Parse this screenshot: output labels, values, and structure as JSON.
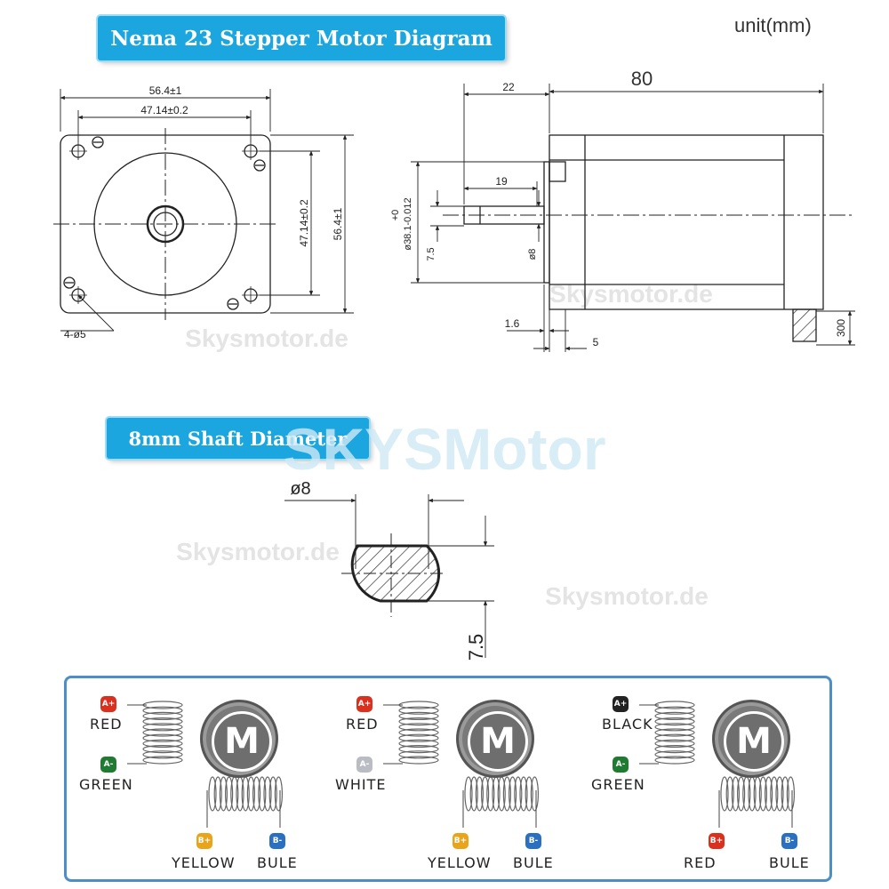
{
  "title": "Nema 23 Stepper Motor Diagram",
  "unit_label": "unit(mm)",
  "shaft_banner": "8mm Shaft Diameter",
  "watermarks": {
    "main": "SKYSMotor",
    "small": "Skysmotor.de"
  },
  "front_view": {
    "dim_outer_width": "56.4±1",
    "dim_hole_spacing_h": "47.14±0.2",
    "dim_hole_spacing_v": "47.14±0.2",
    "dim_outer_height": "56.4±1",
    "hole_callout": "4-ø5"
  },
  "side_view": {
    "dim_body_length": "80",
    "dim_shaft_length": "22",
    "dim_shaft_flat": "19",
    "dim_boss_diameter": "ø38.1-0.012",
    "dim_boss_tol": "+0",
    "dim_shaft_flat_depth": "7.5",
    "dim_shaft_diameter": "ø8",
    "dim_boss_height": "1.6",
    "dim_flange": "5",
    "dim_lead_length": "300"
  },
  "shaft_section": {
    "dim_diameter": "ø8",
    "dim_flat": "7.5"
  },
  "wiring": [
    {
      "a_plus": {
        "badge": "A+",
        "label": "RED",
        "color": "#d9301f"
      },
      "a_minus": {
        "badge": "A-",
        "label": "GREEN",
        "color": "#1f7a32"
      },
      "b_plus": {
        "badge": "B+",
        "label": "YELLOW",
        "color": "#e8a51c"
      },
      "b_minus": {
        "badge": "B-",
        "label": "BULE",
        "color": "#2a6fc0"
      },
      "motor": "M"
    },
    {
      "a_plus": {
        "badge": "A+",
        "label": "RED",
        "color": "#d9301f"
      },
      "a_minus": {
        "badge": "A-",
        "label": "WHITE",
        "color": "#b9bcc2"
      },
      "b_plus": {
        "badge": "B+",
        "label": "YELLOW",
        "color": "#e8a51c"
      },
      "b_minus": {
        "badge": "B-",
        "label": "BULE",
        "color": "#2a6fc0"
      },
      "motor": "M"
    },
    {
      "a_plus": {
        "badge": "A+",
        "label": "BLACK",
        "color": "#222222"
      },
      "a_minus": {
        "badge": "A-",
        "label": "GREEN",
        "color": "#1f7a32"
      },
      "b_plus": {
        "badge": "B+",
        "label": "RED",
        "color": "#d9301f"
      },
      "b_minus": {
        "badge": "B-",
        "label": "BULE",
        "color": "#2a6fc0"
      },
      "motor": "M"
    }
  ]
}
